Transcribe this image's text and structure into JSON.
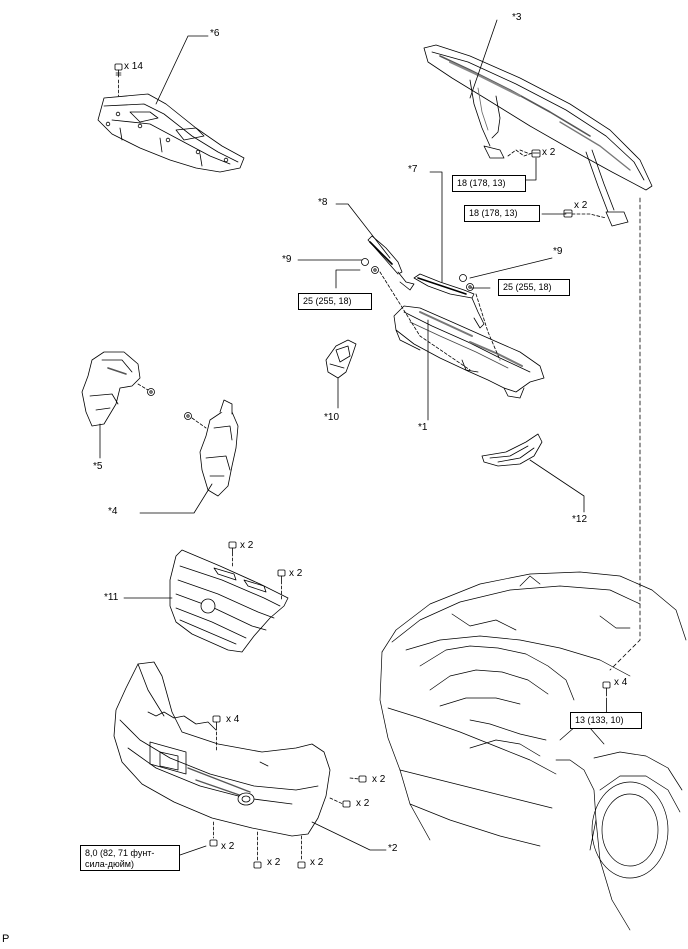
{
  "parts": [
    {
      "id": "p1",
      "label": "*1"
    },
    {
      "id": "p2",
      "label": "*2"
    },
    {
      "id": "p3",
      "label": "*3"
    },
    {
      "id": "p4",
      "label": "*4"
    },
    {
      "id": "p5",
      "label": "*5"
    },
    {
      "id": "p6",
      "label": "*6"
    },
    {
      "id": "p7",
      "label": "*7"
    },
    {
      "id": "p8",
      "label": "*8"
    },
    {
      "id": "p9a",
      "label": "*9"
    },
    {
      "id": "p9b",
      "label": "*9"
    },
    {
      "id": "p10",
      "label": "*10"
    },
    {
      "id": "p11",
      "label": "*11"
    },
    {
      "id": "p12",
      "label": "*12"
    }
  ],
  "quantities": [
    {
      "id": "q_hood_top",
      "text": "x 2"
    },
    {
      "id": "q_hood_right",
      "text": "x 2"
    },
    {
      "id": "q_shield",
      "text": "x 14"
    },
    {
      "id": "q_grille_l",
      "text": "x 2"
    },
    {
      "id": "q_grille_r",
      "text": "x 2"
    },
    {
      "id": "q_bumper_top",
      "text": "x 4"
    },
    {
      "id": "q_bumper_r1",
      "text": "x 2"
    },
    {
      "id": "q_bumper_r2",
      "text": "x 2"
    },
    {
      "id": "q_bumper_b1",
      "text": "x 2"
    },
    {
      "id": "q_bumper_b2",
      "text": "x 2"
    },
    {
      "id": "q_bumper_b3",
      "text": "x 2"
    },
    {
      "id": "q_body",
      "text": "x 4"
    }
  ],
  "torques": [
    {
      "id": "t_hood1",
      "text": "18 (178, 13)"
    },
    {
      "id": "t_hood2",
      "text": "18 (178, 13)"
    },
    {
      "id": "t_wiperL",
      "text": "25 (255, 18)"
    },
    {
      "id": "t_wiperR",
      "text": "25 (255, 18)"
    },
    {
      "id": "t_body",
      "text": "13 (133, 10)"
    },
    {
      "id": "t_bumper",
      "text": "8,0 (82, 71 фунт-сила-дюйм)"
    }
  ],
  "footer_text": "P"
}
